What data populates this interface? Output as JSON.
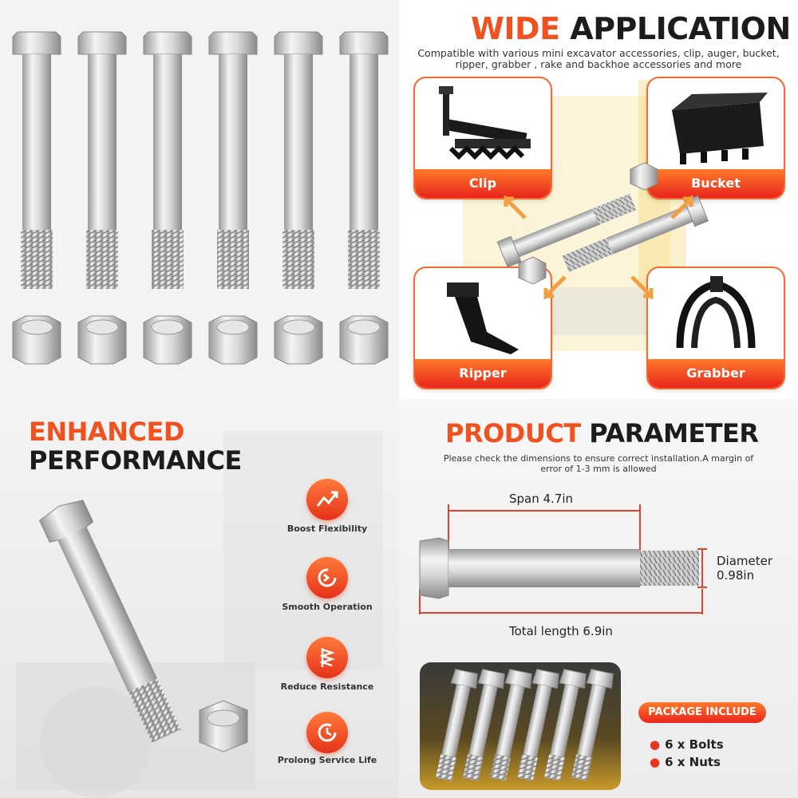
{
  "application": {
    "title_accent": "WIDE",
    "title_rest": "APPLICATION",
    "subtitle": "Compatible with various mini excavator accessories, clip, auger, bucket, ripper, grabber , rake and backhoe accessories and more",
    "cards": [
      {
        "label": "Clip"
      },
      {
        "label": "Bucket"
      },
      {
        "label": "Ripper"
      },
      {
        "label": "Grabber"
      }
    ]
  },
  "performance": {
    "title_accent": "ENHANCED",
    "title_rest": "PERFORMANCE",
    "features": [
      {
        "label": "Boost Flexibility",
        "icon": "trend-up-icon"
      },
      {
        "label": "Smooth Operation",
        "icon": "rotate-arrow-icon"
      },
      {
        "label": "Reduce Resistance",
        "icon": "spring-icon"
      },
      {
        "label": "Prolong Service Life",
        "icon": "clock-refresh-icon"
      }
    ]
  },
  "parameter": {
    "title_accent": "PRODUCT",
    "title_rest": "PARAMETER",
    "note": "Please check the dimensions to ensure correct installation.A margin of error of 1-3 mm is allowed",
    "span": "Span 4.7in",
    "diameter_line1": "Diameter",
    "diameter_line2": "0.98in",
    "total_length": "Total length 6.9in",
    "package_title": "PACKAGE INCLUDE",
    "package_items": [
      "6 x Bolts",
      "6 x Nuts"
    ]
  },
  "colors": {
    "accent": "#f0521f",
    "accent_dark": "#e8251d",
    "text": "#1c1c1c"
  }
}
